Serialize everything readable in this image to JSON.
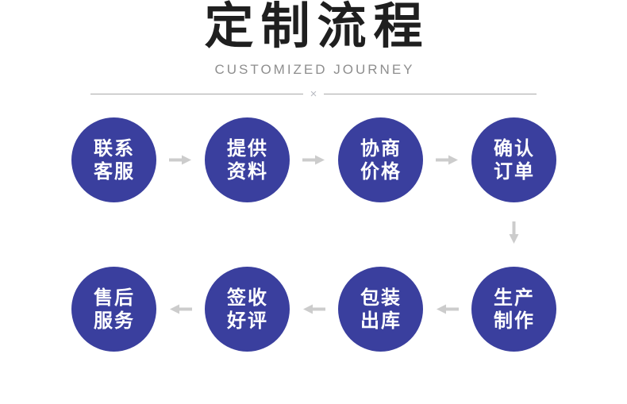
{
  "header": {
    "title": "定制流程",
    "subtitle": "CUSTOMIZED JOURNEY",
    "divider_mark": "×"
  },
  "colors": {
    "circle_fill": "#3a3f9e",
    "circle_text": "#ffffff",
    "arrow": "#cccccc",
    "title_text": "#1f1f1f",
    "subtitle_text": "#8e8e8e",
    "divider_line": "#aaaaaa",
    "divider_mark": "#b9bcc2"
  },
  "flow": {
    "sequence": [
      "联系客服",
      "提供资料",
      "协商价格",
      "确认订单",
      "生产制作",
      "包装出库",
      "签收好评",
      "售后服务"
    ],
    "row1_arrow_direction": "right",
    "connector_direction": "down",
    "row2_arrow_direction": "left",
    "row1": [
      {
        "label": "联系客服",
        "line1": "联系",
        "line2": "客服"
      },
      {
        "label": "提供资料",
        "line1": "提供",
        "line2": "资料"
      },
      {
        "label": "协商价格",
        "line1": "协商",
        "line2": "价格"
      },
      {
        "label": "确认订单",
        "line1": "确认",
        "line2": "订单"
      }
    ],
    "row2": [
      {
        "label": "售后服务",
        "line1": "售后",
        "line2": "服务"
      },
      {
        "label": "签收好评",
        "line1": "签收",
        "line2": "好评"
      },
      {
        "label": "包装出库",
        "line1": "包装",
        "line2": "出库"
      },
      {
        "label": "生产制作",
        "line1": "生产",
        "line2": "制作"
      }
    ]
  }
}
